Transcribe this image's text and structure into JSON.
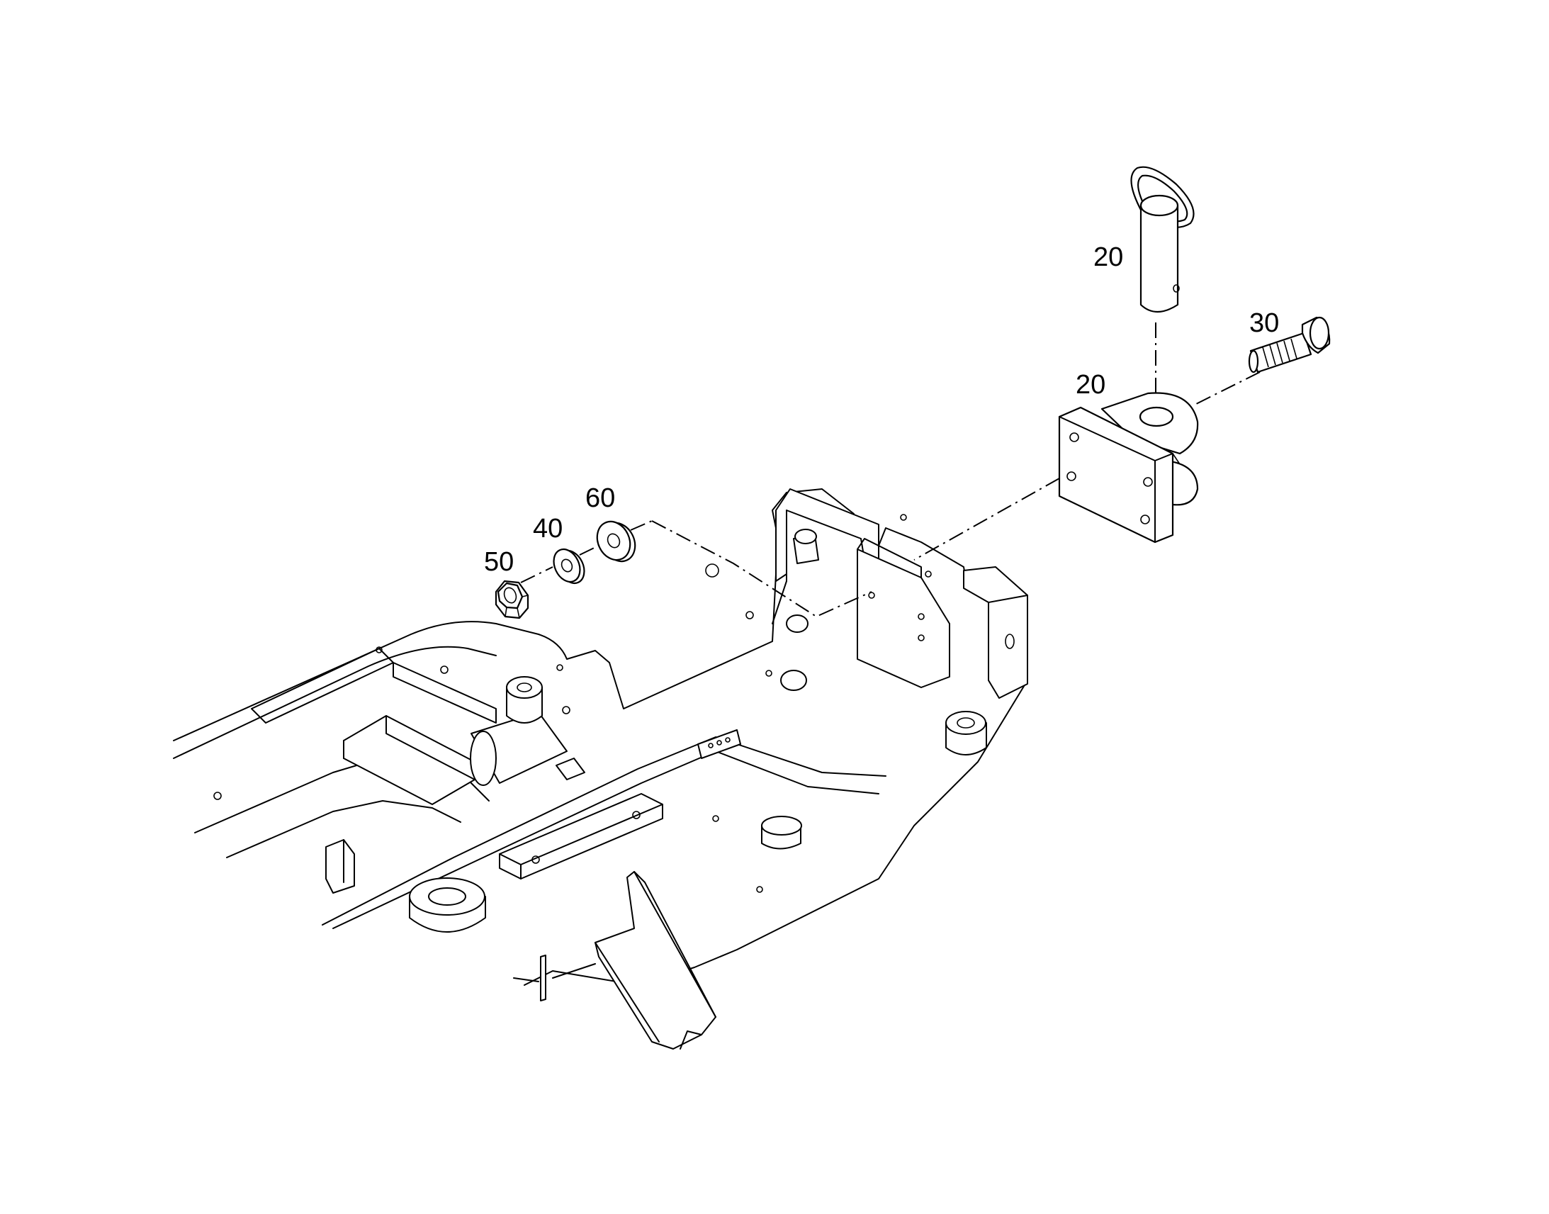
{
  "callouts": {
    "pin": "20",
    "bracket": "20",
    "bolt": "30",
    "washer_large": "60",
    "washer_small": "40",
    "nut": "50"
  },
  "colors": {
    "line": "#000000",
    "background": "#ffffff"
  }
}
